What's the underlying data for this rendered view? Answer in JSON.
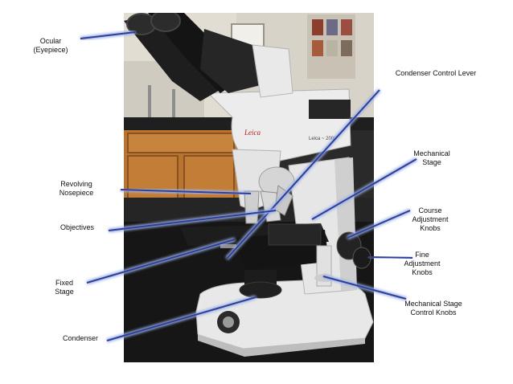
{
  "diagram": {
    "labels": {
      "ocular": "Ocular\n(Eyepiece)",
      "condenser_control_lever": "Condenser Control Lever",
      "mechanical_stage": "Mechanical\nStage",
      "revolving_nosepiece": "Revolving\nNosepiece",
      "course_adjustment_knobs": "Course\nAdjustment\nKnobs",
      "objectives": "Objectives",
      "fine_adjustment_knobs": "Fine\nAdjustment\nKnobs",
      "fixed_stage": "Fixed\nStage",
      "mechanical_stage_control_knobs": "Mechanical Stage\nControl Knobs",
      "condenser": "Condenser"
    },
    "photo_brand_text": "Leica",
    "photo_model_text": "Leica ~ 2000"
  },
  "colors": {
    "leader_line": "#2d3f9a",
    "leader_glow": "#9fb2e6",
    "microscope_body": "#ececec",
    "microscope_black": "#1b1b1b",
    "cabinet_wood": "#b9742f",
    "wall": "#e3dfd5",
    "counter_black": "#1f1f1f",
    "brand_red": "#b11a1a"
  }
}
